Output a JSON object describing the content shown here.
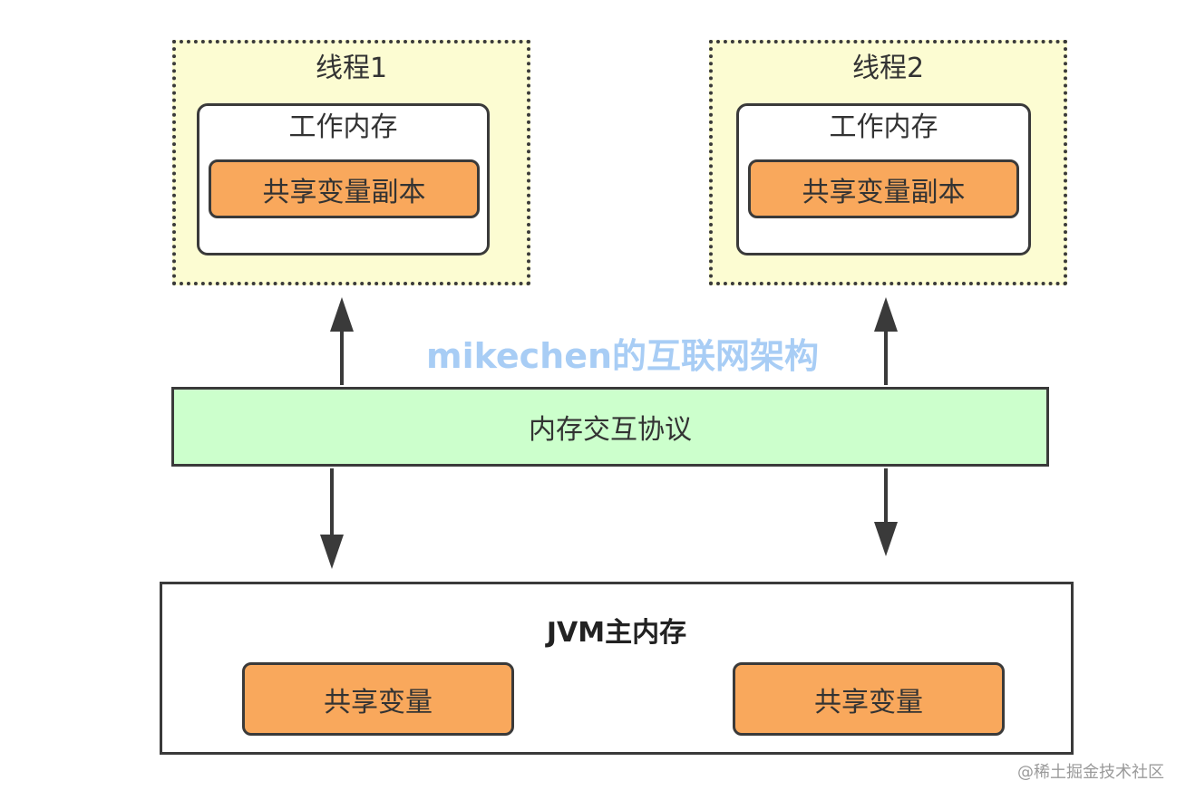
{
  "thread1": {
    "title": "线程1",
    "work_memory": "工作内存",
    "copy": "共享变量副本"
  },
  "thread2": {
    "title": "线程2",
    "work_memory": "工作内存",
    "copy": "共享变量副本"
  },
  "watermark": "mikechen的互联网架构",
  "protocol": "内存交互协议",
  "jvm": {
    "title": "JVM主内存",
    "var1": "共享变量",
    "var2": "共享变量"
  },
  "credit": "@稀土掘金技术社区",
  "colors": {
    "thread_bg": "#fcfcd2",
    "protocol_bg": "#ccffcc",
    "variable_bg": "#f9a85c",
    "watermark": "#a8cdf5"
  }
}
